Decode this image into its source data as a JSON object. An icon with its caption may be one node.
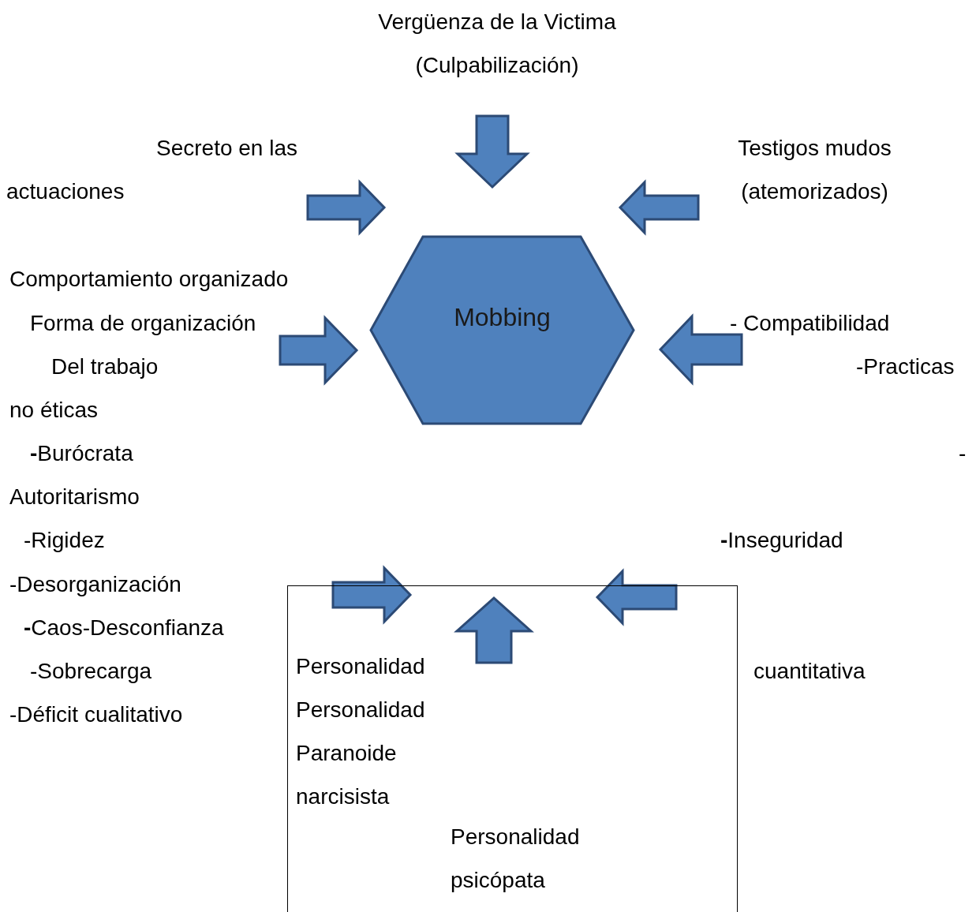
{
  "diagram": {
    "nodes": [
      {
        "text": [
          "Vergüenza de la Victima (Culpabilización)"
        ]
      },
      {
        "text": [
          "Secreto en las actuaciones"
        ]
      },
      {
        "text": [
          "Testigos mudos (atemorizados)"
        ]
      },
      {
        "text": [
          "Mobbing"
        ]
      },
      {
        "text": [
          "Comportamiento organizado",
          "Forma de organización",
          "Del trabajo",
          "no éticas",
          "**-**Burócrata",
          "Autoritarismo",
          "-Rigidez",
          "-Desorganización",
          "**-**Caos-Desconfianza",
          "-Sobrecarga",
          "-Déficit cualitativo"
        ]
      },
      {
        "text": [
          "- Compatibilidad",
          "-Practicas",
          "-",
          "**-**Inseguridad",
          "cuantitativa"
        ]
      },
      {
        "text": [
          "Personalidad",
          "Personalidad",
          "Paranoide",
          "narcisista",
          "Personalidad psicópata"
        ]
      }
    ],
    "edges": [
      {
        "from": 0,
        "to": 3,
        "arrow": "to"
      },
      {
        "from": 1,
        "to": 3,
        "arrow": "to"
      },
      {
        "from": 2,
        "to": 3,
        "arrow": "to"
      },
      {
        "from": 4,
        "to": 3,
        "arrow": "to"
      },
      {
        "from": 5,
        "to": 3,
        "arrow": "to"
      }
    ]
  }
}
